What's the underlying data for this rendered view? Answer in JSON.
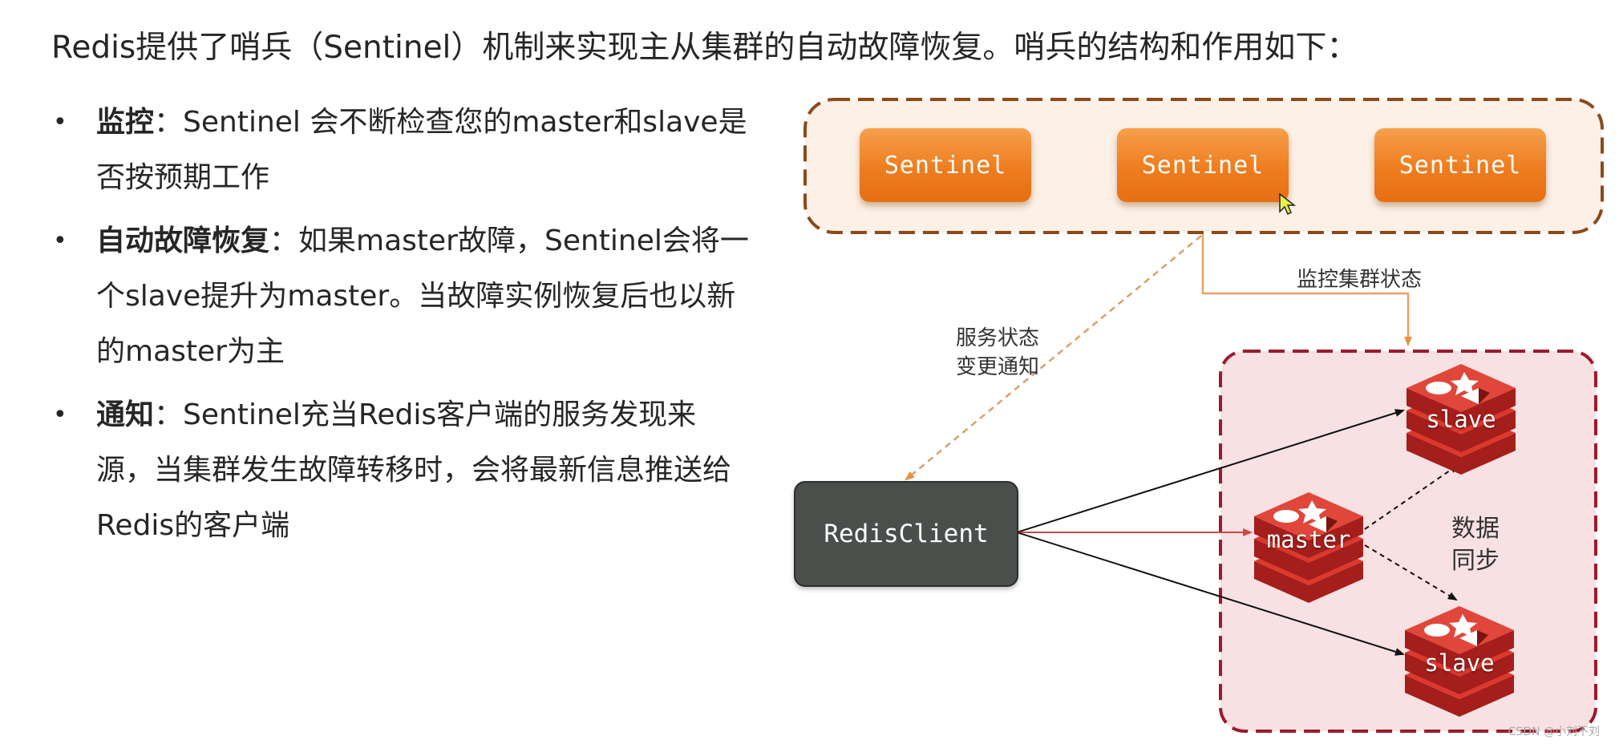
{
  "intro": "Redis提供了哨兵（Sentinel）机制来实现主从集群的自动故障恢复。哨兵的结构和作用如下：",
  "bullets": [
    {
      "term": "监控",
      "text": "：Sentinel 会不断检查您的master和slave是否按预期工作"
    },
    {
      "term": "自动故障恢复",
      "text": "：如果master故障，Sentinel会将一个slave提升为master。当故障实例恢复后也以新的master为主"
    },
    {
      "term": "通知",
      "text": "：Sentinel充当Redis客户端的服务发现来源，当集群发生故障转移时，会将最新信息推送给Redis的客户端"
    }
  ],
  "diagram": {
    "sentinels": [
      "Sentinel",
      "Sentinel",
      "Sentinel"
    ],
    "client": "RedisClient",
    "master": "master",
    "slaves": [
      "slave",
      "slave"
    ],
    "label_monitor": "监控集群状态",
    "label_notify_line1": "服务状态",
    "label_notify_line2": "变更通知",
    "label_sync_line1": "数据",
    "label_sync_line2": "同步"
  },
  "watermark": "CSDN @小刘不刘",
  "colors": {
    "sentinel_fill": "#ee7d1f",
    "sentinel_group_fill": "#fdf0e6",
    "sentinel_group_border": "#8b4a1a",
    "cluster_fill": "#f7e1e3",
    "cluster_border": "#9a1b2c",
    "client_fill": "#4a4f4c",
    "redis_red": "#d22d27",
    "monitor_arrow": "#e8a165"
  }
}
